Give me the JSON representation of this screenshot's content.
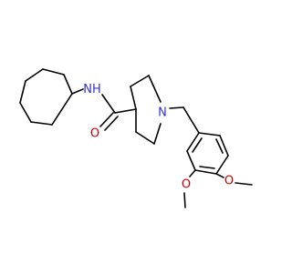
{
  "molecule": {
    "atoms": {
      "amide_n": {
        "symbol": "N",
        "suffix": "H",
        "color": "#3333cc"
      },
      "ring_n": {
        "symbol": "N",
        "suffix": "",
        "color": "#3333cc"
      },
      "carbonyl_o": {
        "symbol": "O",
        "suffix": "",
        "color": "#cc0000"
      },
      "methoxy_o_upper": {
        "symbol": "O",
        "suffix": "",
        "color": "#cc0000"
      },
      "methoxy_o_lower": {
        "symbol": "O",
        "suffix": "",
        "color": "#cc0000"
      }
    },
    "bond_color": "#000000"
  }
}
